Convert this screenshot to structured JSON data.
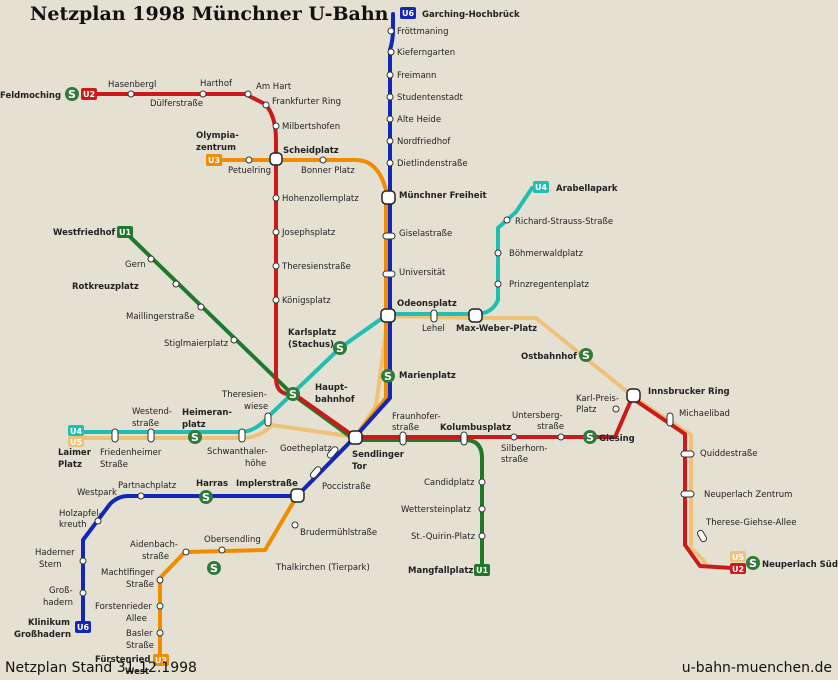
{
  "title": "Netzplan 1998 Münchner U-Bahn",
  "footer": {
    "stand": "Netzplan Stand 31.12.1998",
    "url": "u-bahn-muenchen.de"
  },
  "colors": {
    "U1": "#1e7a2a",
    "U2": "#cc1a1a",
    "U3": "#f08c00",
    "U4": "#20bfb2",
    "U5": "#efc27a",
    "U6": "#1326b8",
    "S": "#2f7a3a",
    "bg": "#e4e0d2"
  },
  "icons": {
    "sbahn": "s-bahn-logo-icon",
    "line_badge": "line-badge-icon",
    "station": "station-dot-icon",
    "interchange": "interchange-icon"
  },
  "lines": [
    {
      "id": "U1",
      "label": "U1",
      "from": "Westfriedhof",
      "to": "Mangfallplatz"
    },
    {
      "id": "U2",
      "label": "U2",
      "from": "Feldmoching",
      "to": "Neuperlach Süd"
    },
    {
      "id": "U3",
      "label": "U3",
      "from": "Olympiazentrum",
      "to": "Fürstenried West"
    },
    {
      "id": "U4",
      "label": "U4",
      "from": "Laimer Platz",
      "to": "Arabellapark"
    },
    {
      "id": "U5",
      "label": "U5",
      "from": "Laimer Platz",
      "to": "Neuperlach Süd"
    },
    {
      "id": "U6",
      "label": "U6",
      "from": "Klinikum Großhadern",
      "to": "Garching-Hochbrück"
    }
  ],
  "stations": {
    "garching": "Garching-Hochbrück",
    "froettmaning": "Fröttmaning",
    "kieferngarten": "Kieferngarten",
    "freimann": "Freimann",
    "studentenstadt": "Studentenstadt",
    "alte_heide": "Alte Heide",
    "nordfriedhof": "Nordfriedhof",
    "dietlindenstrasse": "Dietlindenstraße",
    "muenchner_freiheit": "Münchner Freiheit",
    "giselastrasse": "Giselastraße",
    "universitaet": "Universität",
    "odeonsplatz": "Odeonsplatz",
    "marienplatz": "Marienplatz",
    "feldmoching": "Feldmoching",
    "hasenbergl": "Hasenbergl",
    "duelferstrasse": "Dülferstraße",
    "harthof": "Harthof",
    "am_hart": "Am Hart",
    "frankfurter_ring": "Frankfurter Ring",
    "milbertshofen": "Milbertshofen",
    "scheidplatz": "Scheidplatz",
    "olympiazentrum_1": "Olympia-",
    "olympiazentrum_2": "zentrum",
    "petuelring": "Petuelring",
    "bonner_platz": "Bonner Platz",
    "hohenzollernplatz": "Hohenzollernplatz",
    "josephsplatz": "Josephsplatz",
    "theresienstrasse": "Theresienstraße",
    "koenigsplatz": "Königsplatz",
    "arabellapark": "Arabellapark",
    "richard_strauss": "Richard-Strauss-Straße",
    "boehmerwaldplatz": "Böhmerwaldplatz",
    "prinzregentenplatz": "Prinzregentenplatz",
    "lehel": "Lehel",
    "max_weber_platz": "Max-Weber-Platz",
    "ostbahnhof": "Ostbahnhof",
    "innsbrucker_ring": "Innsbrucker Ring",
    "michaelibad": "Michaelibad",
    "quiddestrasse": "Quiddestraße",
    "neuperlach_zentrum": "Neuperlach Zentrum",
    "therese_giehse": "Therese-Giehse-Allee",
    "neuperlach_sued": "Neuperlach Süd",
    "westfriedhof": "Westfriedhof",
    "gern": "Gern",
    "rotkreuzplatz": "Rotkreuzplatz",
    "maillingerstrasse": "Maillingerstraße",
    "stiglmaierplatz": "Stiglmaierplatz",
    "karlsplatz_1": "Karlsplatz",
    "karlsplatz_2": "(Stachus)",
    "hauptbahnhof_1": "Haupt-",
    "hauptbahnhof_2": "bahnhof",
    "sendlinger_tor_1": "Sendlinger",
    "sendlinger_tor_2": "Tor",
    "fraunhoferstrasse_1": "Fraunhofer-",
    "fraunhoferstrasse_2": "straße",
    "kolumbusplatz": "Kolumbusplatz",
    "candidplatz": "Candidplatz",
    "wettersteinplatz": "Wettersteinplatz",
    "st_quirin": "St.-Quirin-Platz",
    "mangfallplatz": "Mangfallplatz",
    "silberhorn_1": "Silberhorn-",
    "silberhorn_2": "straße",
    "untersberg_1": "Untersberg-",
    "untersberg_2": "straße",
    "giesing": "Giesing",
    "karl_preis_1": "Karl-Preis-",
    "karl_preis_2": "Platz",
    "laimer_platz_1": "Laimer",
    "laimer_platz_2": "Platz",
    "friedenheimer_1": "Friedenheimer",
    "friedenheimer_2": "Straße",
    "westend_1": "Westend-",
    "westend_2": "straße",
    "heimeranplatz_1": "Heimeran-",
    "heimeranplatz_2": "platz",
    "schwanthalerhoehe_1": "Schwanthaler-",
    "schwanthalerhoehe_2": "höhe",
    "theresienwiese_1": "Theresien-",
    "theresienwiese_2": "wiese",
    "goetheplatz": "Goetheplatz",
    "poccistrasse": "Poccistraße",
    "implerstrasse": "Implerstraße",
    "harras": "Harras",
    "partnachplatz": "Partnachplatz",
    "westpark": "Westpark",
    "holzapfel_1": "Holzapfel-",
    "holzapfel_2": "kreuth",
    "haderner_1": "Haderner",
    "haderner_2": "Stern",
    "grosshadern_1": "Groß-",
    "grosshadern_2": "hadern",
    "klinikum_1": "Klinikum",
    "klinikum_2": "Großhadern",
    "brudermuehl": "Brudermühlstraße",
    "thalkirchen": "Thalkirchen (Tierpark)",
    "obersendling": "Obersendling",
    "aidenbach_1": "Aidenbach-",
    "aidenbach_2": "straße",
    "machtlfinger_1": "Machtlfinger",
    "machtlfinger_2": "Straße",
    "forstenrieder_1": "Forstenrieder",
    "forstenrieder_2": "Allee",
    "basler_1": "Basler",
    "basler_2": "Straße",
    "fuerstenried_1": "Fürstenried",
    "fuerstenried_2": "West"
  }
}
